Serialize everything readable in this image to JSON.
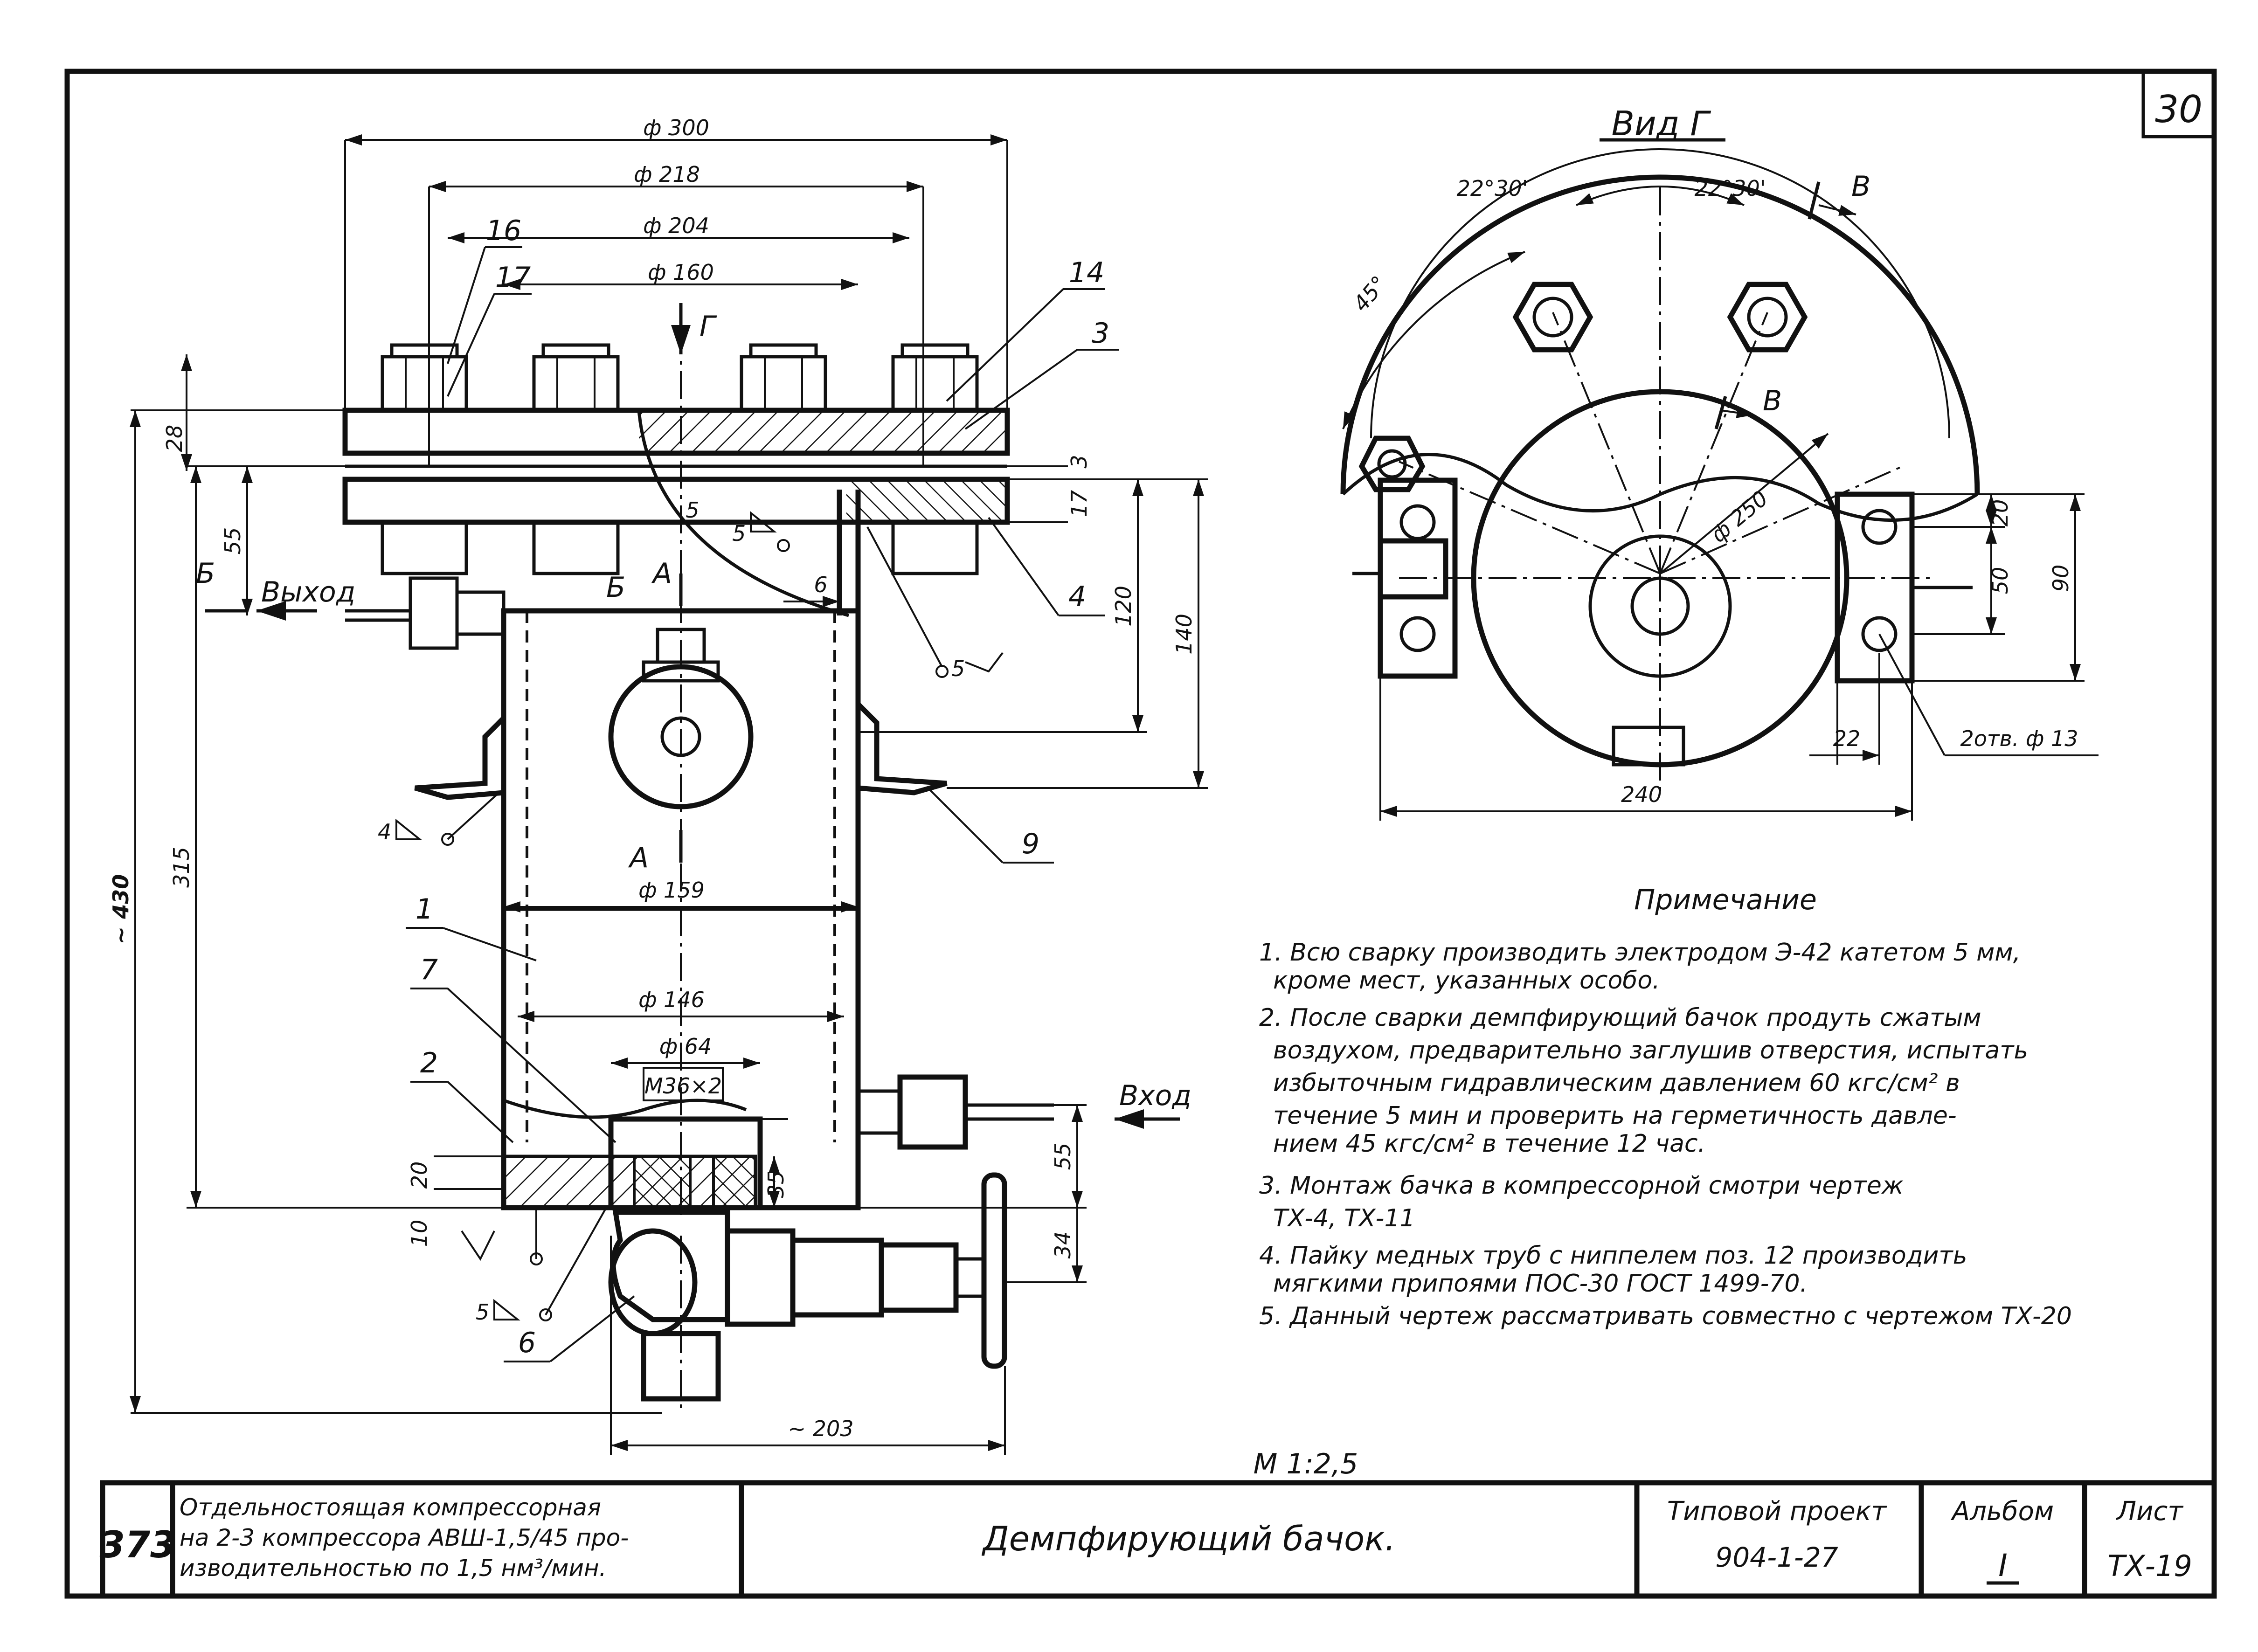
{
  "sheet_number": "30",
  "view_title": "Вид Г",
  "main_view": {
    "dims": {
      "d300": "ф 300",
      "d218": "ф 218",
      "d204": "ф 204",
      "d160": "ф 160",
      "d159": "ф 159",
      "d146": "ф 146",
      "d64": "ф 64",
      "thread": "М36×2",
      "h28": "28",
      "h55": "55",
      "h3": "3",
      "h17": "17",
      "h120": "120",
      "h140": "140",
      "h315": "315",
      "h430": "~ 430",
      "h20": "20",
      "h10": "10",
      "h35": "35",
      "h55b": "55",
      "h34": "34",
      "w203": "~ 203",
      "gap5": "5",
      "gap6": "6"
    },
    "callouts": [
      "16",
      "17",
      "14",
      "3",
      "4",
      "9",
      "1",
      "7",
      "2",
      "6"
    ],
    "weld_marks": [
      "5",
      "5",
      "4",
      "5",
      "5"
    ],
    "section_marks": {
      "g": "Г",
      "a_top": "А",
      "a_bottom": "А",
      "b_left": "Б",
      "b_right": "Б"
    },
    "outlet_label": "Выход",
    "inlet_label": "Вход"
  },
  "side_view": {
    "angle_left": "22°30'",
    "angle_right": "22°30'",
    "angle_45": "45°",
    "section_b1": "В",
    "section_b2": "В",
    "d250": "ф 250",
    "h20": "20",
    "h50": "50",
    "h90": "90",
    "w22": "22",
    "w240": "240",
    "holes": "2отв. ф 13"
  },
  "notes": {
    "title": "Примечание",
    "lines": [
      "1. Всю сварку производить электродом Э-42 катетом 5 мм,",
      "кроме мест, указанных особо.",
      "2. После сварки демпфирующий бачок продуть сжатым",
      "воздухом, предварительно заглушив отверстия, испытать",
      "избыточным гидравлическим давлением 60 кгс/см² в",
      "течение 5 мин и проверить на герметичность давле-",
      "нием 45 кгс/см² в течение 12 час.",
      "3. Монтаж бачка в компрессорной смотри чертеж",
      "ТХ-4, ТХ-11",
      "4. Пайку медных труб с ниппелем поз. 12 производить",
      "мягкими припоями ПОС-30 ГОСТ 1499-70.",
      "5. Данный чертеж рассматривать совместно с чертежом ТХ-20"
    ]
  },
  "scale": "М 1:2,5",
  "title_block": {
    "code": "373",
    "project_lines": [
      "Отдельностоящая компрессорная",
      "на 2-3 компрессора АВШ-1,5/45 про-",
      "изводительностью по 1,5 нм³/мин."
    ],
    "drawing_title": "Демпфирующий бачок.",
    "typical_project_label": "Типовой проект",
    "typical_project_number": "904-1-27",
    "album_label": "Альбом",
    "album_value": "I",
    "sheet_label": "Лист",
    "sheet_value": "ТХ-19"
  }
}
